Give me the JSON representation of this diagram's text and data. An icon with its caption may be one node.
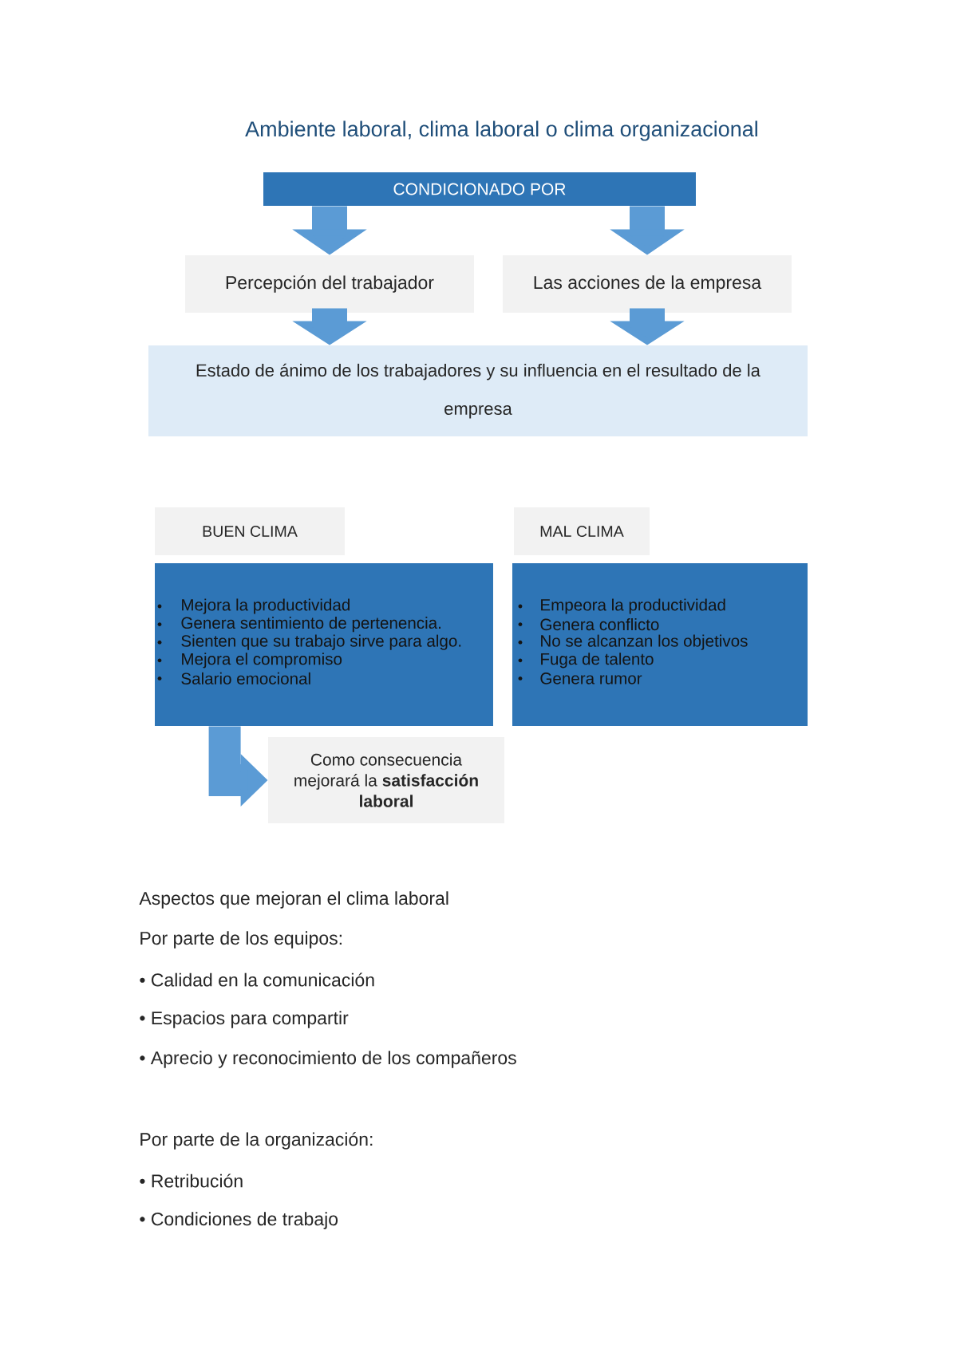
{
  "diagram": {
    "title": "Ambiente laboral, clima laboral o clima organizacional",
    "nodes": [
      {
        "text": [
          "CONDICIONADO POR"
        ]
      },
      {
        "text": [
          "Percepción del trabajador"
        ]
      },
      {
        "text": [
          "Las acciones de la empresa"
        ]
      },
      {
        "text": [
          "Estado de ánimo de los trabajadores y su influencia en el resultado de la empresa"
        ]
      },
      {
        "text": [
          "BUEN CLIMA"
        ]
      },
      {
        "text": [
          "MAL CLIMA"
        ]
      },
      {
        "text": [
          "Mejora la productividad",
          "Genera sentimiento de pertenencia.",
          "Sienten que su trabajo sirve para algo.",
          "Mejora el compromiso",
          "Salario emocional"
        ]
      },
      {
        "text": [
          "Empeora la productividad",
          "Genera conflicto",
          "No se alcanzan los objetivos",
          "Fuga de talento",
          "Genera rumor"
        ]
      },
      {
        "text": [
          "Como consecuencia mejorará la **satisfacción laboral**"
        ]
      }
    ],
    "edges": [
      {
        "from": 0,
        "to": 1,
        "arrow": "to"
      },
      {
        "from": 0,
        "to": 2,
        "arrow": "to"
      },
      {
        "from": 1,
        "to": 3,
        "arrow": "to"
      },
      {
        "from": 2,
        "to": 3,
        "arrow": "to"
      },
      {
        "from": 6,
        "to": 8,
        "arrow": "to"
      }
    ],
    "labels": [
      "Aspectos que mejoran el clima laboral",
      "Por parte de los equipos:",
      "• Calidad en la comunicación",
      "• Espacios para compartir",
      "• Aprecio y reconocimiento de los compañeros",
      "Por parte de la organización:",
      "• Retribución",
      "• Condiciones de trabajo"
    ]
  }
}
